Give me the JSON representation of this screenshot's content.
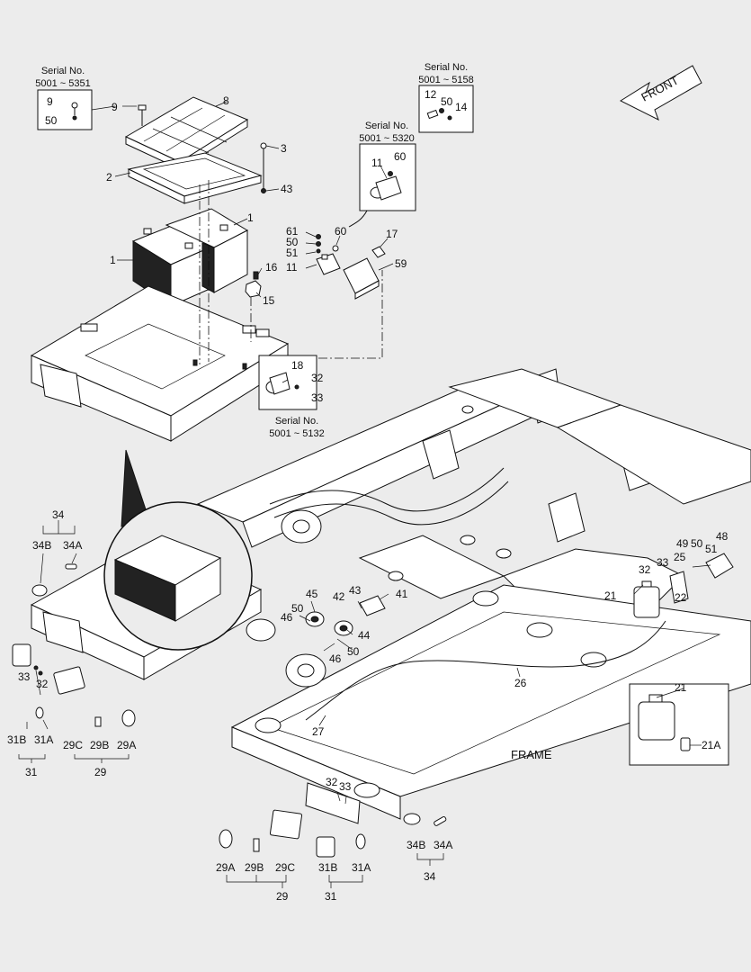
{
  "diagram": {
    "front_label": "FRONT",
    "frame_label": "FRAME",
    "serial_boxes": [
      {
        "title": "Serial No.",
        "range": "5001 ~ 5351"
      },
      {
        "title": "Serial No.",
        "range": "5001 ~ 5158"
      },
      {
        "title": "Serial No.",
        "range": "5001 ~ 5320"
      },
      {
        "title": "Serial No.",
        "range": "5001 ~ 5132"
      }
    ],
    "callouts": {
      "c8": "8",
      "c9a": "9",
      "c9b": "9",
      "c50a": "50",
      "c2": "2",
      "c3": "3",
      "c43a": "43",
      "c1a": "1",
      "c1b": "1",
      "c16": "16",
      "c15": "15",
      "c18": "18",
      "c32a": "32",
      "c33a": "33",
      "c12": "12",
      "c50b": "50",
      "c14": "14",
      "c11a": "11",
      "c60a": "60",
      "c60b": "60",
      "c61": "61",
      "c50c": "50",
      "c51a": "51",
      "c11b": "11",
      "c17": "17",
      "c59": "59",
      "c34": "34",
      "c34b1": "34B",
      "c34a1": "34A",
      "c45": "45",
      "c42": "42",
      "c43b": "43",
      "c41": "41",
      "c50d": "50",
      "c46a": "46",
      "c44": "44",
      "c46b": "46",
      "c50e": "50",
      "c49": "49",
      "c50f": "50",
      "c48": "48",
      "c51b": "51",
      "c32b": "32",
      "c33b": "33",
      "c25": "25",
      "c22": "22",
      "c21a": "21",
      "c26": "26",
      "c27": "27",
      "c33c": "33",
      "c32c": "32",
      "c31b1": "31B",
      "c31a1": "31A",
      "c31a": "31",
      "c29c1": "29C",
      "c29b1": "29B",
      "c29a1": "29A",
      "c29a": "29",
      "c21b": "21",
      "c21a1": "21A",
      "c32d": "32",
      "c33d": "33",
      "c29a2": "29A",
      "c29b2": "29B",
      "c29c2": "29C",
      "c29b": "29",
      "c31b2": "31B",
      "c31a2": "31A",
      "c31b": "31",
      "c34b2": "34B",
      "c34a2": "34A",
      "c34b": "34"
    }
  }
}
